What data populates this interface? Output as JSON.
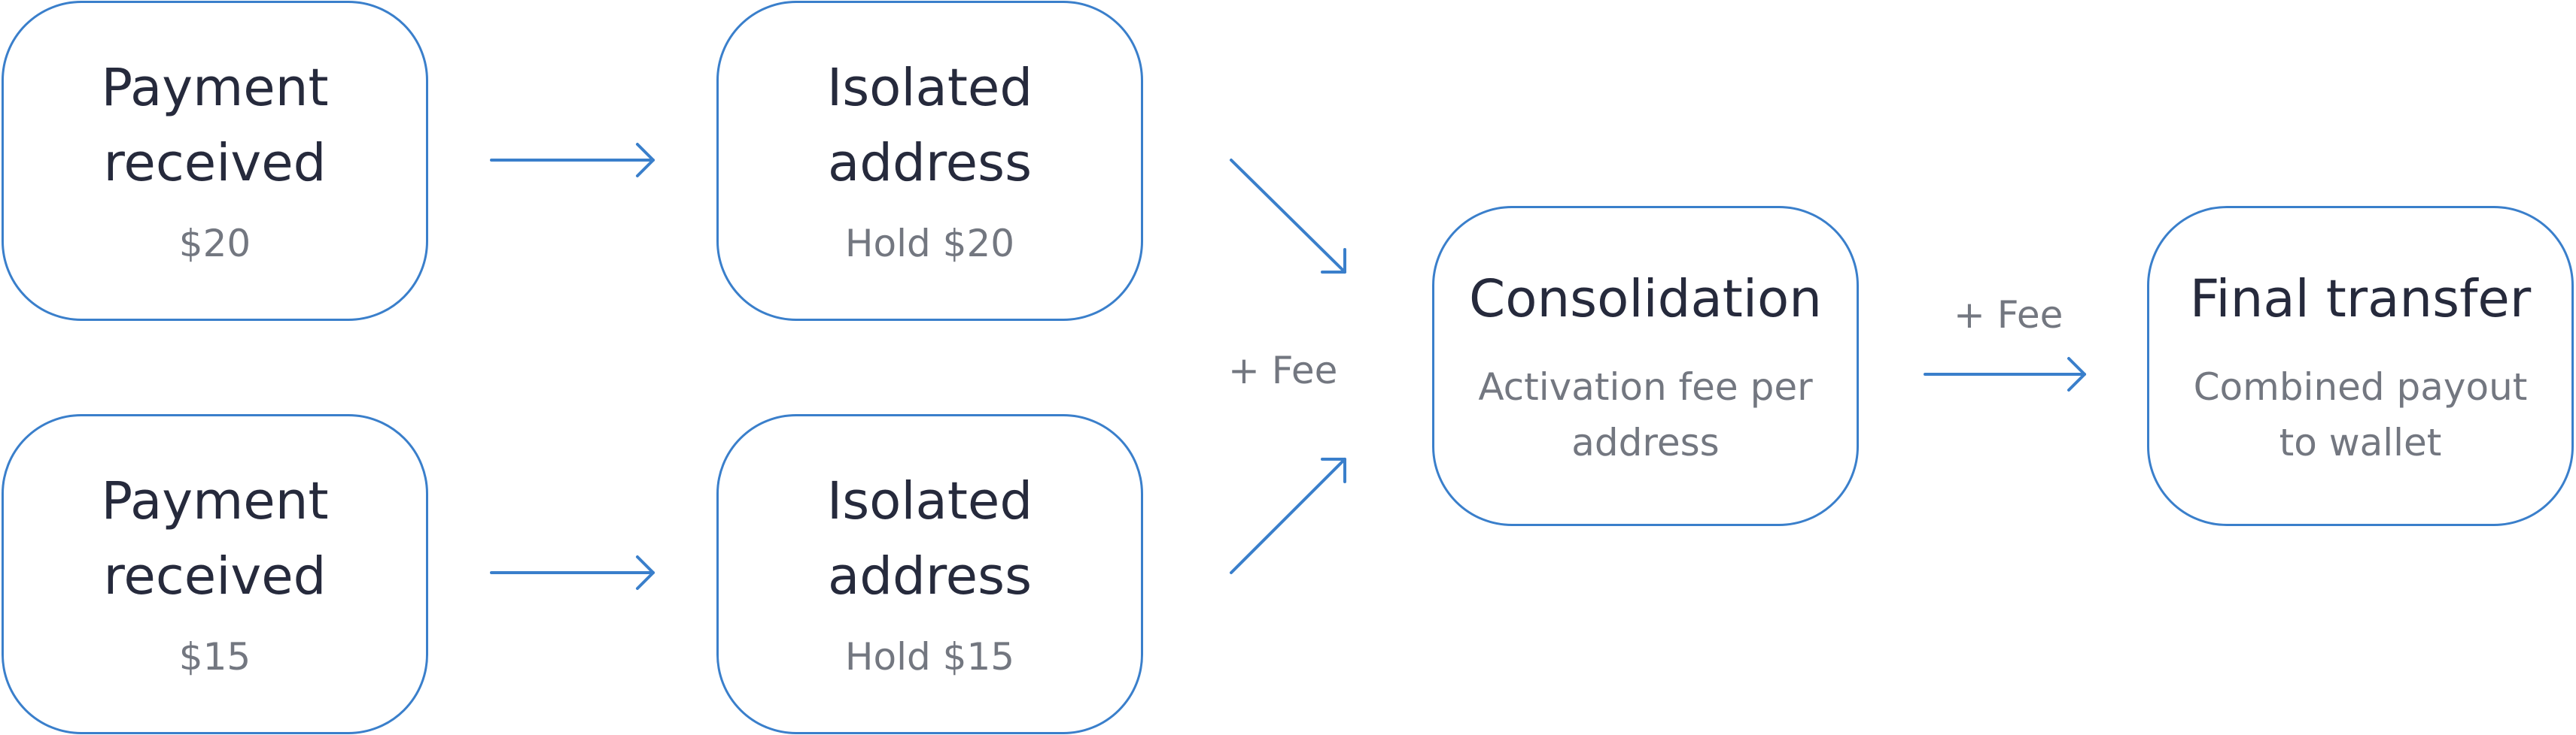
{
  "nodes": {
    "payment_1": {
      "title": [
        "Payment",
        "received"
      ],
      "detail": "$20"
    },
    "payment_2": {
      "title": [
        "Payment",
        "received"
      ],
      "detail": "$15"
    },
    "isolated_1": {
      "title": [
        "Isolated",
        "address"
      ],
      "detail": "Hold $20"
    },
    "isolated_2": {
      "title": [
        "Isolated",
        "address"
      ],
      "detail": "Hold $15"
    },
    "consolidation": {
      "title": "Consolidation",
      "detail": [
        "Activation fee per",
        "address"
      ]
    },
    "final_transfer": {
      "title": "Final transfer",
      "detail": [
        "Combined payout",
        "to wallet"
      ]
    }
  },
  "edge_labels": {
    "into_consolidation": "+ Fee",
    "into_final_transfer": "+ Fee"
  },
  "colors": {
    "accent": "#3a7fcb",
    "title_text": "#262a3c",
    "secondary_text": "#737780",
    "background": "#ffffff"
  }
}
